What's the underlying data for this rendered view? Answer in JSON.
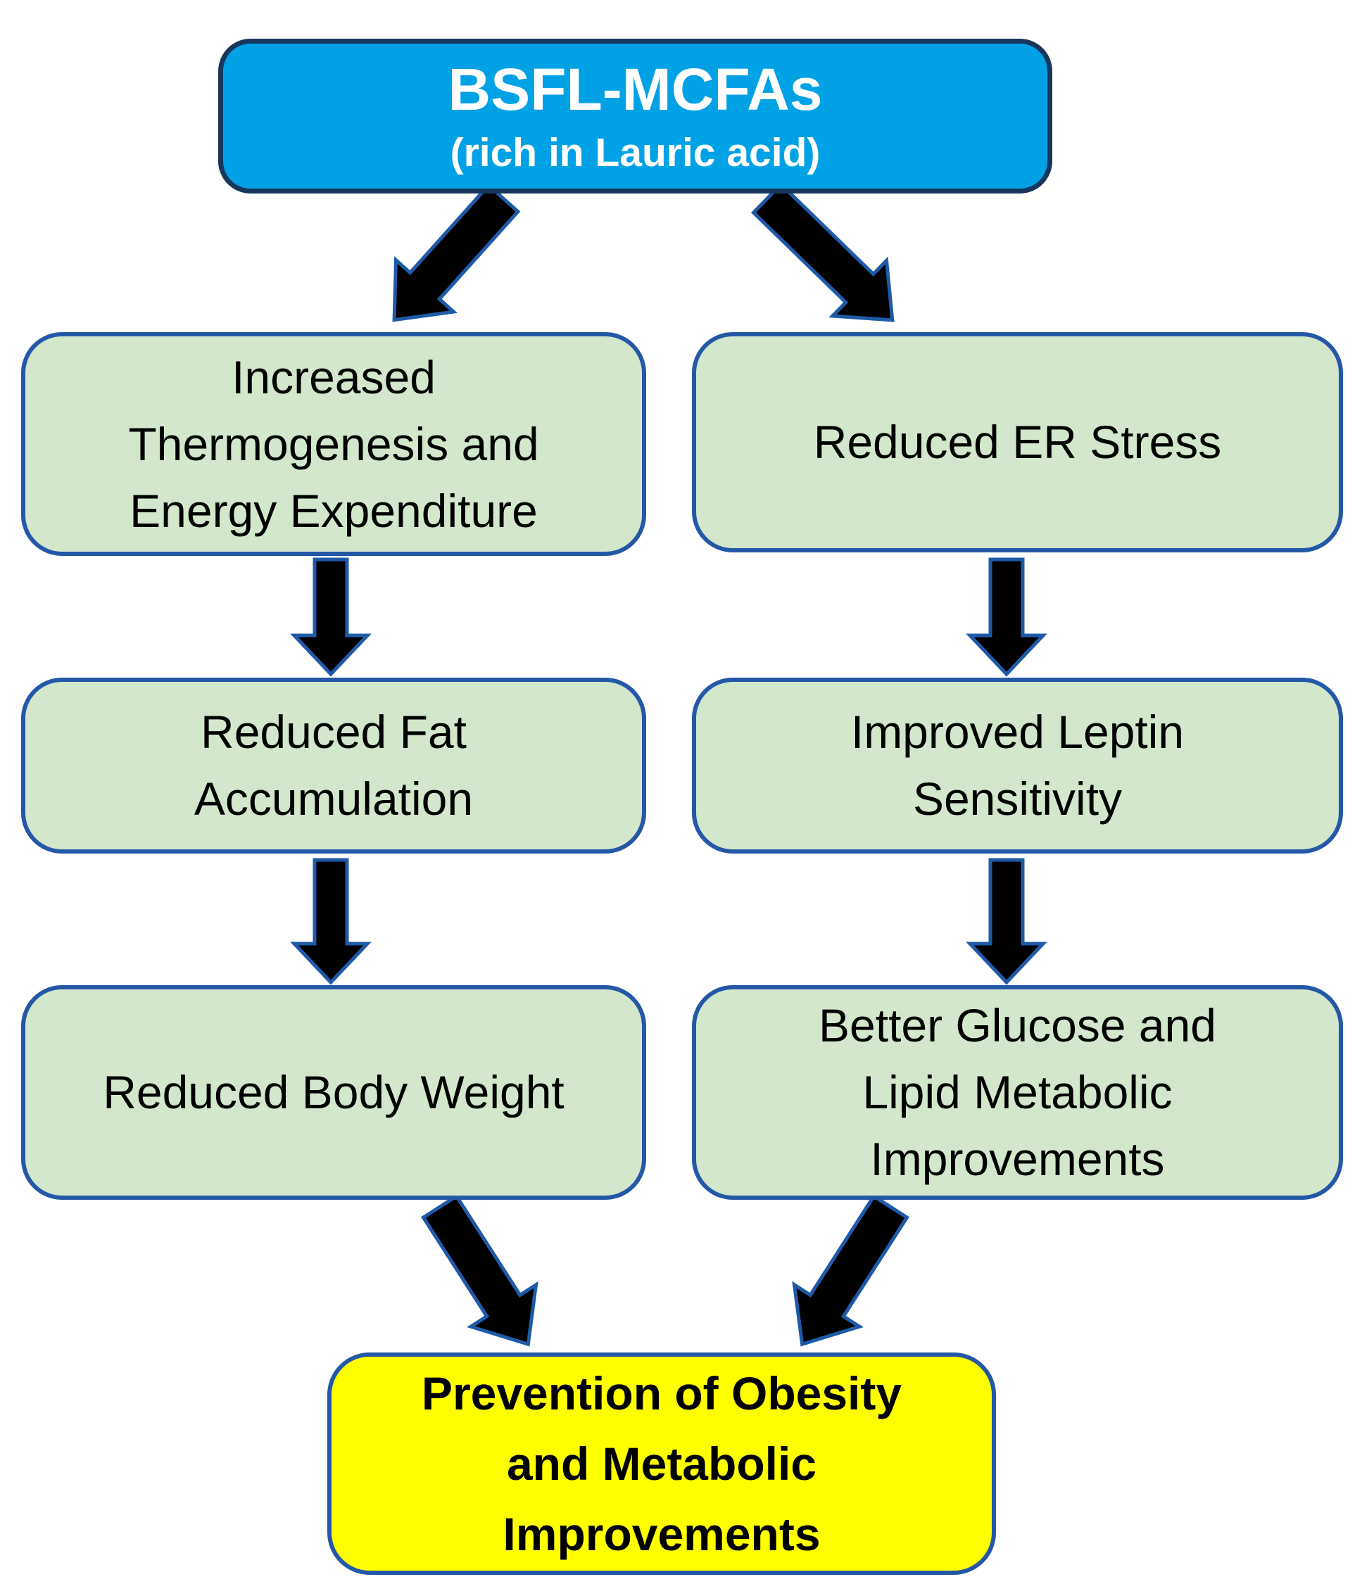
{
  "diagram": {
    "root": {
      "title": "BSFL-MCFAs",
      "subtitle": "(rich in Lauric acid)"
    },
    "left": [
      {
        "lines": [
          "Increased",
          "Thermogenesis and",
          "Energy Expenditure"
        ]
      },
      {
        "lines": [
          "Reduced Fat",
          "Accumulation"
        ]
      },
      {
        "lines": [
          "Reduced Body Weight"
        ]
      }
    ],
    "right": [
      {
        "lines": [
          "Reduced ER Stress"
        ]
      },
      {
        "lines": [
          "Improved Leptin",
          "Sensitivity"
        ]
      },
      {
        "lines": [
          "Better Glucose and",
          "Lipid Metabolic",
          "Improvements"
        ]
      }
    ],
    "outcome": {
      "lines": [
        "Prevention of Obesity",
        "and Metabolic",
        "Improvements"
      ]
    },
    "colors": {
      "root_fill": "#00A2E5",
      "root_border": "#16365C",
      "root_text": "#FFFFFF",
      "node_fill": "#D2E7CB",
      "node_border": "#2458A7",
      "outcome_fill": "#FFFF00",
      "outcome_border": "#2458A7",
      "arrow_fill": "#000000",
      "arrow_stroke": "#1E5AA8",
      "text_color": "#000000"
    }
  }
}
